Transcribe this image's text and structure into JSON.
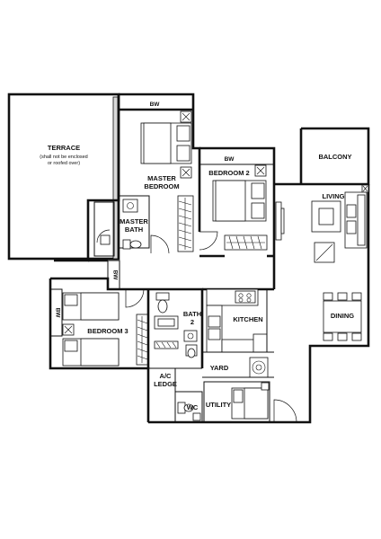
{
  "rooms": {
    "terrace": {
      "title": "TERRACE",
      "note_line1": "(shall not be enclosed",
      "note_line2": "or roofed over)"
    },
    "master_bedroom": {
      "line1": "MASTER",
      "line2": "BEDROOM"
    },
    "master_bath": {
      "line1": "MASTER",
      "line2": "BATH"
    },
    "bedroom2": "BEDROOM 2",
    "bedroom3": "BEDROOM 3",
    "balcony": "BALCONY",
    "living": "LIVING",
    "dining": "DINING",
    "kitchen": "KITCHEN",
    "bath2": {
      "line1": "BATH",
      "line2": "2"
    },
    "yard": "YARD",
    "ac_ledge": {
      "line1": "A/C",
      "line2": "LEDGE"
    },
    "wc": "WC",
    "utility": "UTILITY"
  },
  "wardrobe_labels": {
    "master": "BW",
    "bedroom2": "BW",
    "corridor": "BW",
    "bedroom3": "BW"
  }
}
